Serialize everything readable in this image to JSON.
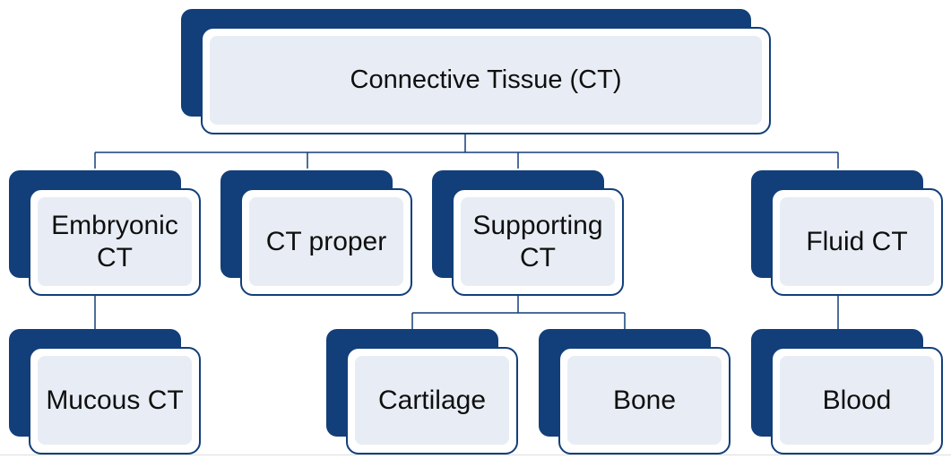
{
  "diagram": {
    "root": "Connective Tissue (CT)",
    "categories": {
      "embryonic": "Embryonic\nCT",
      "proper": "CT proper",
      "supporting": "Supporting\nCT",
      "fluid": "Fluid CT"
    },
    "subtypes": {
      "mucous": "Mucous CT",
      "cartilage": "Cartilage",
      "bone": "Bone",
      "blood": "Blood"
    }
  },
  "colors": {
    "accent": "#123f79",
    "box_fill": "#e8edf5",
    "line": "#123f79"
  }
}
